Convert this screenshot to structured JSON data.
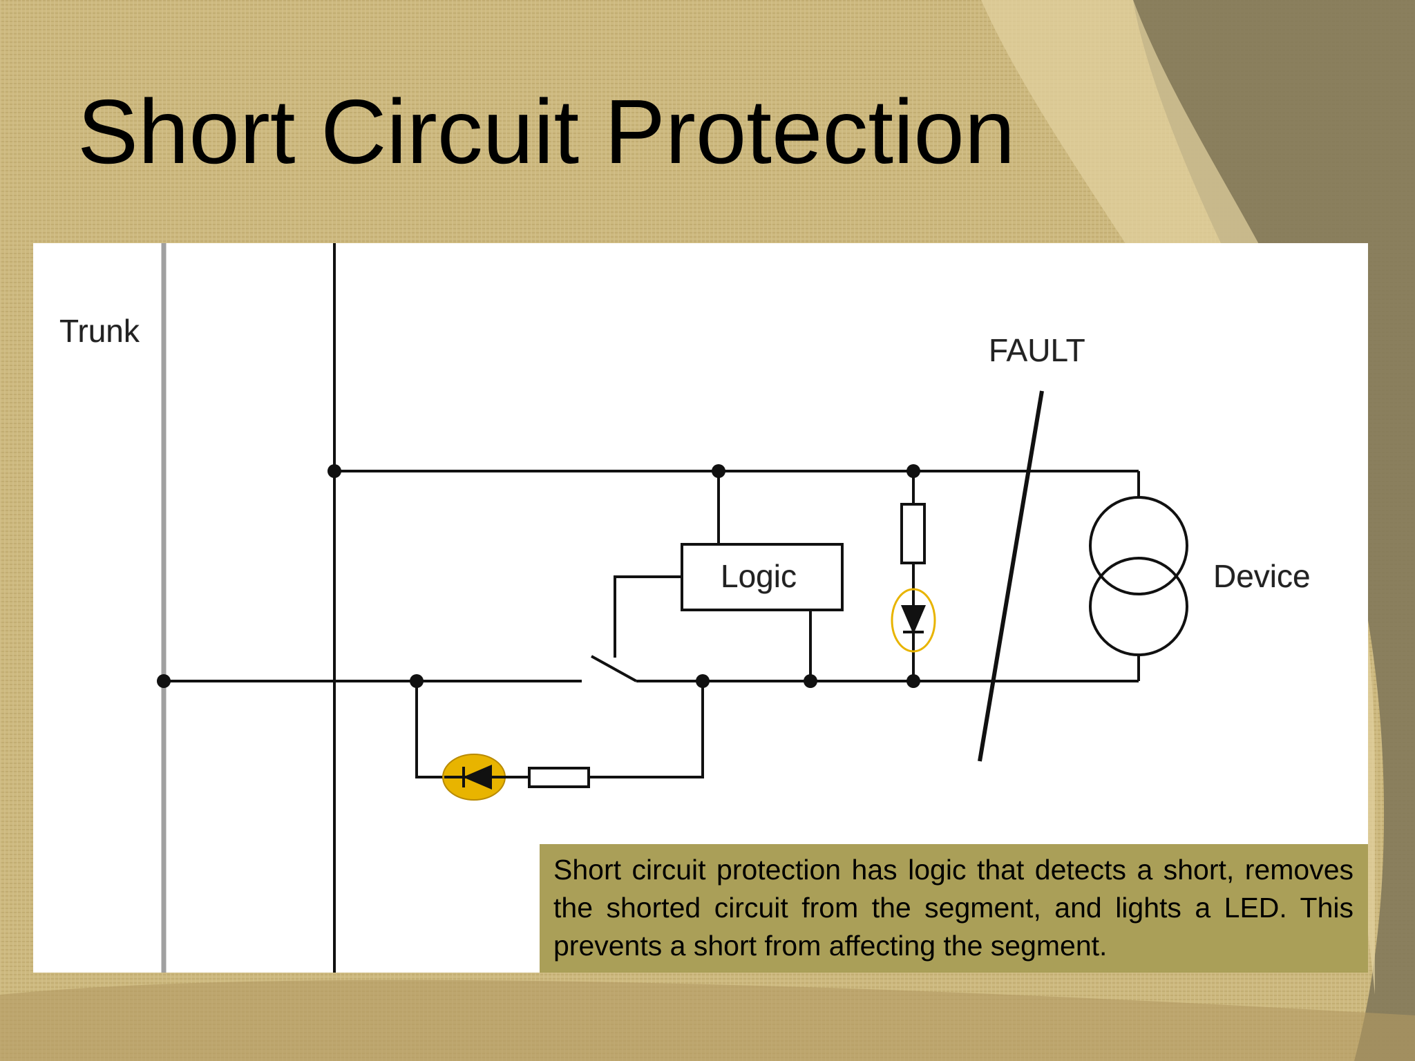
{
  "slide": {
    "title": "Short Circuit Protection",
    "caption": "Short circuit protection has logic that detects a short, removes the shorted circuit from the segment, and lights a LED. This prevents a short from affecting the segment."
  },
  "diagram": {
    "labels": {
      "trunk": "Trunk",
      "fault": "FAULT",
      "logic": "Logic",
      "device": "Device"
    },
    "led_color": "#e8b400"
  },
  "colors": {
    "background": "#c9b47a",
    "caption_box": "#aa9f58",
    "panel": "#ffffff",
    "wire": "#111111",
    "trunk_line": "#a0a0a0"
  }
}
